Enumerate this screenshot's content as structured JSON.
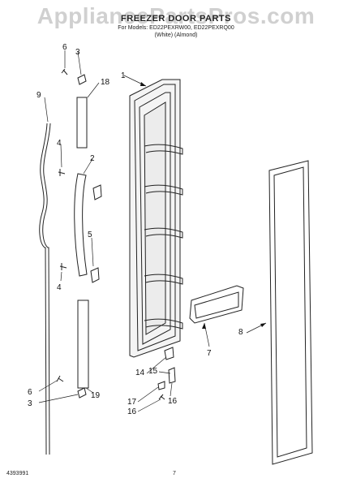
{
  "header": {
    "watermark": "AppliancePartsPros.com",
    "title": "FREEZER DOOR PARTS",
    "models_line": "For Models: ED22PEXRW00, ED22PEXRQ00",
    "colors_line": "(White)        (Almond)"
  },
  "callouts": [
    "1",
    "2",
    "3",
    "3",
    "4",
    "4",
    "5",
    "6",
    "6",
    "7",
    "8",
    "9",
    "14",
    "15",
    "16",
    "16",
    "17",
    "18",
    "19"
  ],
  "footer": {
    "code": "4393991",
    "page": "7"
  }
}
